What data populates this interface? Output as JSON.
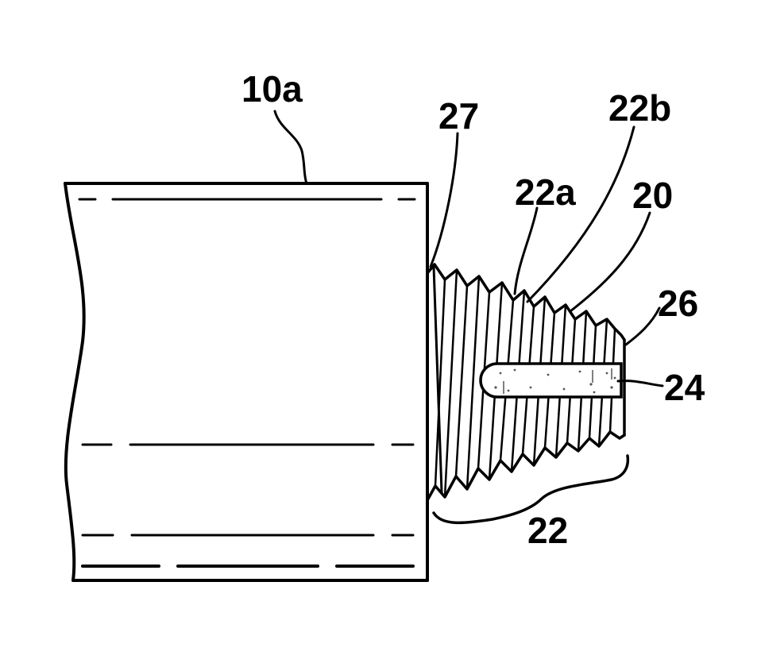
{
  "figure": {
    "labels": {
      "housing": "10a",
      "thread_start": "27",
      "thread_crest_a": "22a",
      "thread_crest_b": "22b",
      "fitting": "20",
      "end_face": "26",
      "slot": "24",
      "threaded_portion": "22"
    }
  },
  "colors": {
    "ink": "#000000",
    "paper": "#ffffff",
    "stipple": "#555555"
  }
}
